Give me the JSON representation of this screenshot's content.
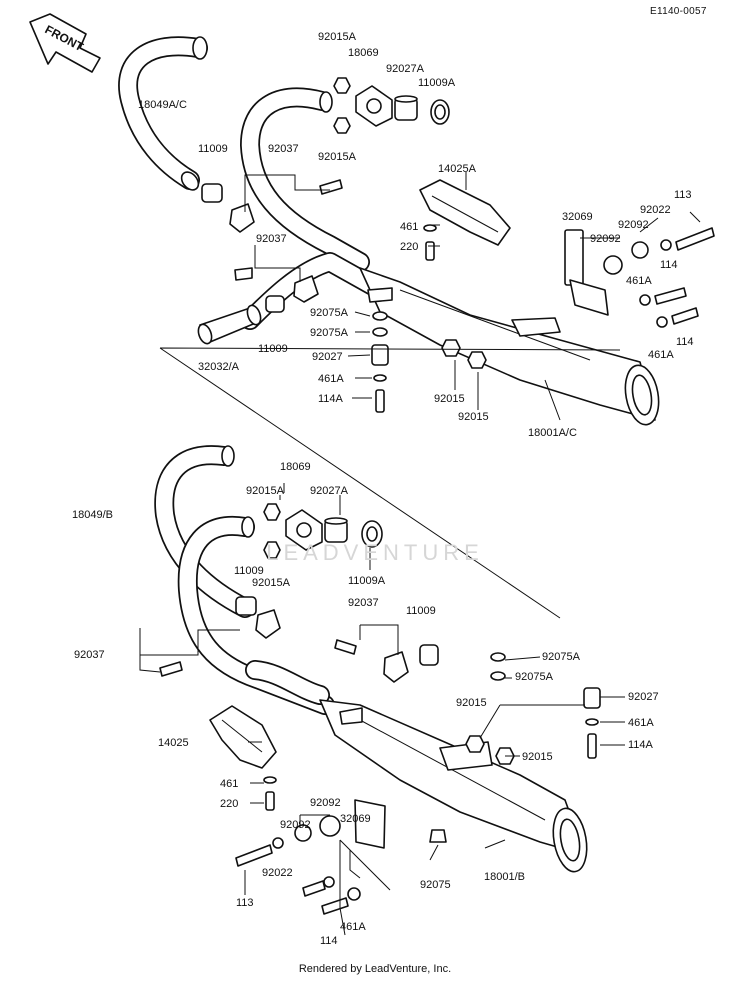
{
  "doc_code": "E1140-0057",
  "front_label": "FRONT",
  "watermark": "LEADVENTURE",
  "footer": "Rendered by LeadVenture, Inc.",
  "upper_labels": {
    "p92015A_top": "92015A",
    "p18069": "18069",
    "p92027A": "92027A",
    "p11009A": "11009A",
    "p92015A_bottom": "92015A",
    "p18049AC": "18049A/C",
    "p11009": "11009",
    "p92037_a": "92037",
    "p14025A": "14025A",
    "p461": "461",
    "p220": "220",
    "p32069": "32069",
    "p113": "113",
    "p92022": "92022",
    "p92092_a": "92092",
    "p92092_b": "92092",
    "p114_a": "114",
    "p461A": "461A",
    "p114_b": "114",
    "p461A_b": "461A",
    "p92037_b": "92037",
    "p92075A_a": "92075A",
    "p92075A_b": "92075A",
    "p92027": "92027",
    "p461A_c": "461A",
    "p114A": "114A",
    "p32032A": "32032/A",
    "p11009_b": "11009",
    "p92015_a": "92015",
    "p92015_b": "92015",
    "p18001AC": "18001A/C"
  },
  "lower_labels": {
    "p18069": "18069",
    "p92015A_top": "92015A",
    "p92027A": "92027A",
    "p18049B": "18049/B",
    "p11009": "11009",
    "p92015A_bottom": "92015A",
    "p11009A": "11009A",
    "p92037_a": "92037",
    "p11009_b": "11009",
    "p92037_b": "92037",
    "p92075A_a": "92075A",
    "p92075A_b": "92075A",
    "p92015_a": "92015",
    "p92027": "92027",
    "p461A": "461A",
    "p92015_b": "92015",
    "p114A": "114A",
    "p14025": "14025",
    "p461": "461",
    "p220": "220",
    "p92092_a": "92092",
    "p32069": "32069",
    "p92092_b": "92092",
    "p113": "113",
    "p92022": "92022",
    "p92075": "92075",
    "p18001B": "18001/B",
    "p114": "114",
    "p461A_b": "461A"
  }
}
